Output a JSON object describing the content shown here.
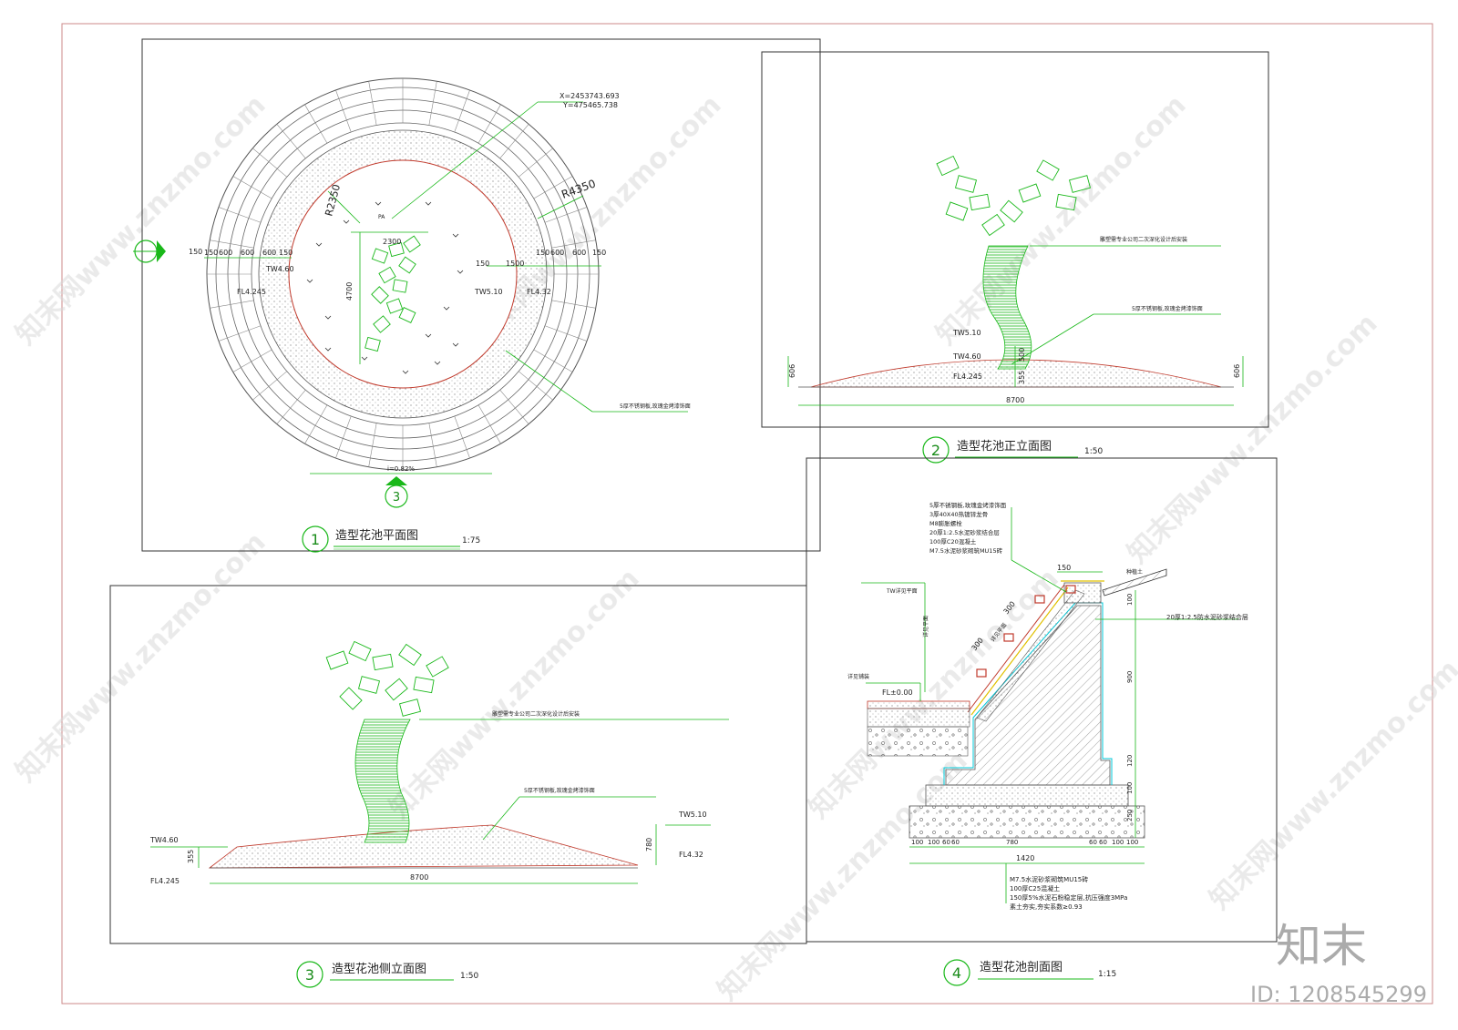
{
  "drawings": {
    "plan": {
      "number": "1",
      "title": "造型花池平面图",
      "scale": "1:75",
      "coord_x": "X=2453743.693",
      "coord_y": "Y=475465.738",
      "radius_outer": "R4350",
      "radius_inner": "R2350",
      "dims_left": [
        "150",
        "600",
        "600",
        "600",
        "150"
      ],
      "dim_left_extra": "150",
      "dims_right": [
        "150",
        "1500",
        "150",
        "600",
        "600",
        "150"
      ],
      "dim_2300": "2300",
      "dim_4700": "4700",
      "label_pa": "PA",
      "tw_left": "TW4.60",
      "fl_left": "FL4.245",
      "tw_right": "TW5.10",
      "fl_right": "FL4.32",
      "slope": "i=0.82%",
      "callout": "5厚不锈钢板,玫瑰金烤漆饰面",
      "section_mark": "3"
    },
    "front": {
      "number": "2",
      "title": "造型花池正立面图",
      "scale": "1:50",
      "note": "雕塑需专业公司二次深化设计后安装",
      "callout": "5厚不锈钢板,玫瑰金烤漆饰面",
      "tw_top": "TW5.10",
      "tw_mid": "TW4.60",
      "fl": "FL4.245",
      "dim_500": "500",
      "dim_355": "355",
      "dim_606": "606",
      "dim_width": "8700"
    },
    "side": {
      "number": "3",
      "title": "造型花池侧立面图",
      "scale": "1:50",
      "note": "雕塑需专业公司二次深化设计后安装",
      "callout": "5厚不锈钢板,玫瑰金烤漆饰面",
      "tw_left": "TW4.60",
      "fl_left": "FL4.245",
      "tw_right": "TW5.10",
      "fl_right": "FL4.32",
      "dim_355": "355",
      "dim_780": "780",
      "dim_width": "8700"
    },
    "section": {
      "number": "4",
      "title": "造型花池剖面图",
      "scale": "1:15",
      "layers_top": [
        "5厚不锈钢板,玫瑰金烤漆饰面",
        "3厚40X40热镀锌龙骨",
        "M8膨胀螺栓",
        "20厚1:2.5水泥砂浆结合层",
        "100厚C20混凝土",
        "M7.5水泥砂浆砌筑MU15砖"
      ],
      "label_tw": "TW详见平面",
      "label_planting": "种植土",
      "label_mortar_right": "20厚1:2.5防水泥砂浆结合层",
      "label_paving": "详见铺装",
      "label_fl": "FL±0.00",
      "label_slope_a": "详见平面",
      "label_slope_b": "详见平面",
      "dim_150": "150",
      "dim_300a": "300",
      "dim_300b": "300",
      "dims_vertical": [
        "100",
        "900",
        "120",
        "100",
        "250"
      ],
      "dims_bottom": [
        "100",
        "100",
        "60",
        "60",
        "780",
        "60",
        "60",
        "100",
        "100"
      ],
      "dim_total": "1420",
      "layers_bottom": [
        "M7.5水泥砂浆砌筑MU15砖",
        "100厚C25混凝土",
        "150厚5%水泥石粉稳定层,抗压强度3MPa",
        "素土夯实,夯实系数≥0.93"
      ]
    }
  },
  "branding": {
    "logo": "知末",
    "id_label": "ID: 1208545299",
    "watermark_site": "知末网www.znzmo.com"
  },
  "colors": {
    "line_green": "#19b819",
    "line_black": "#333333",
    "line_red": "#c0392b",
    "line_cyan": "#00c8d8",
    "line_yellow": "#e0c000"
  }
}
